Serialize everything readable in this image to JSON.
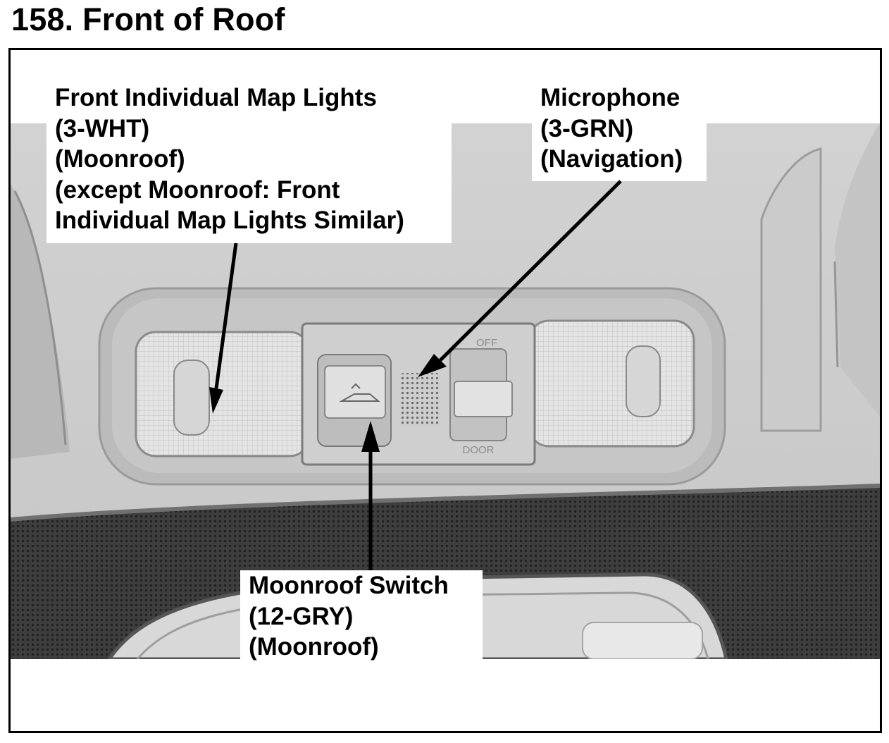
{
  "title": "158. Front of Roof",
  "callouts": {
    "map_lights": {
      "lines": [
        "Front Individual Map Lights",
        "(3-WHT)",
        "(Moonroof)",
        "(except Moonroof: Front",
        "Individual Map Lights Similar)"
      ]
    },
    "microphone": {
      "lines": [
        "Microphone",
        "(3-GRN)",
        "(Navigation)"
      ]
    },
    "moonroof_switch": {
      "lines": [
        "Moonroof Switch",
        "(12-GRY)",
        "(Moonroof)"
      ]
    }
  },
  "switch_labels": {
    "off": "OFF",
    "door": "DOOR"
  }
}
